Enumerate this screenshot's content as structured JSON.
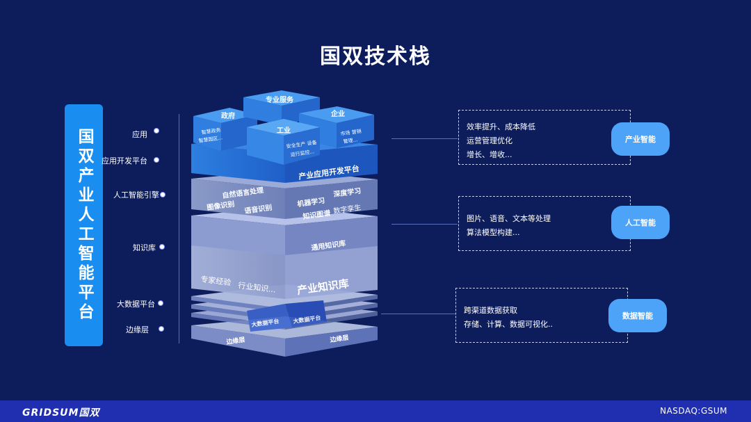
{
  "title": "国双技术栈",
  "platform": "国双产业人工智能平台",
  "layers": [
    {
      "label": "应用"
    },
    {
      "label": "应用开发平台"
    },
    {
      "label": "人工智能引擎"
    },
    {
      "label": "知识库"
    },
    {
      "label": "大数据平台"
    },
    {
      "label": "边缘层"
    }
  ],
  "stack": {
    "top_blocks": {
      "zhengfu": {
        "title": "政府",
        "sub1": "智慧政务",
        "sub2": "智慧园区..."
      },
      "zhuanye": {
        "title": "专业服务"
      },
      "qiye": {
        "title": "企业",
        "sub1": "市场 营销",
        "sub2": "管理..."
      },
      "gongye": {
        "title": "工业",
        "sub1": "安全生产 设备",
        "sub2": "运行监控..."
      }
    },
    "app_dev_platform": "产业应用开发平台",
    "ai_engine": {
      "nlp": "自然语言处理",
      "image": "图像识别",
      "speech": "语音识别",
      "ml": "机器学习",
      "dl": "深度学习",
      "kg": "知识图谱",
      "twin": "数字孪生"
    },
    "general_kb": "通用知识库",
    "industry_kb": {
      "main": "产业知识库",
      "expert": "专家经验",
      "domain": "行业知识..."
    },
    "big_data": {
      "left": "大数据平台",
      "right": "大数据平台"
    },
    "edge": {
      "left": "边缘层",
      "right": "边缘层"
    }
  },
  "right_groups": [
    {
      "lines": [
        "效率提升、成本降低",
        "运营管理优化",
        "增长、增收..."
      ],
      "pill": "产业智能"
    },
    {
      "lines": [
        "图片、语音、文本等处理",
        "算法模型构建..."
      ],
      "pill": "人工智能"
    },
    {
      "lines": [
        "跨渠道数据获取",
        "存储、计算、数据可视化.."
      ],
      "pill": "数据智能"
    }
  ],
  "footer": {
    "logo": "GRIDSUM国双",
    "ticker": "NASDAQ:GSUM"
  },
  "colors": {
    "background": "#0d1d5c",
    "platform_bar": "#1a8ef0",
    "pill": "#4da3f8",
    "footer": "#1f2fb0"
  }
}
